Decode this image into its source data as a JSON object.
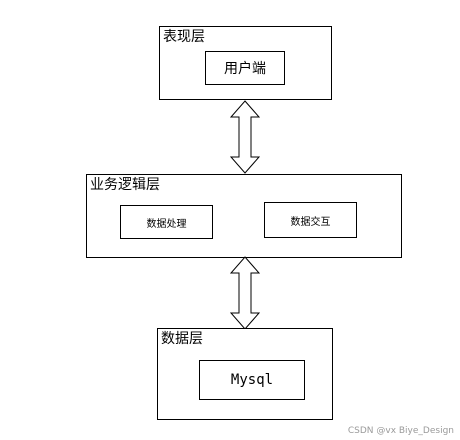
{
  "diagram": {
    "presentation_layer": {
      "title": "表现层",
      "items": [
        "用户端"
      ]
    },
    "business_layer": {
      "title": "业务逻辑层",
      "items": [
        "数据处理",
        "数据交互"
      ]
    },
    "data_layer": {
      "title": "数据层",
      "items": [
        "Mysql"
      ]
    }
  },
  "watermark": "CSDN @vx Biye_Design",
  "colors": {
    "line": "#000000",
    "background": "#ffffff",
    "watermark": "#9a9a9a"
  }
}
